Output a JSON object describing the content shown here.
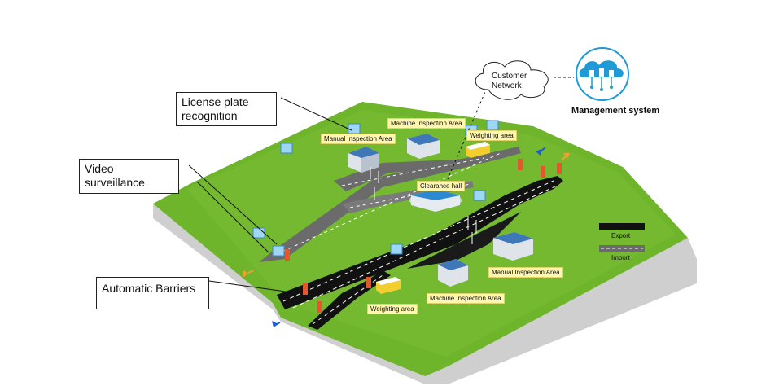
{
  "callouts": {
    "license_plate": "License plate recognition",
    "video": "Video surveillance",
    "barriers": "Automatic Barriers"
  },
  "cloud": {
    "line1": "Customer",
    "line2": "Network"
  },
  "management": {
    "label": "Management system"
  },
  "areas": {
    "manual_inspection_top": "Manual Inspection Area",
    "machine_inspection_top": "Machine Inspection Area",
    "weighting_top": "Weighting area",
    "clearance_hall": "Clearance hall",
    "manual_inspection_right": "Manual Inspection Area",
    "machine_inspection_bottom": "Machine Inspection Area",
    "weighting_bottom": "Weighting area"
  },
  "legend": {
    "export": "Export",
    "import": "Import"
  },
  "colors": {
    "grass": "#6fb52c",
    "grass_side": "#c8c8c8",
    "road_export": "#111111",
    "road_import": "#6b6b6b",
    "tag_bg": "#fff7b0",
    "arrow_orange": "#f0a030",
    "arrow_blue": "#1e5bd6",
    "cloud_icon": "#1e9ad6"
  }
}
